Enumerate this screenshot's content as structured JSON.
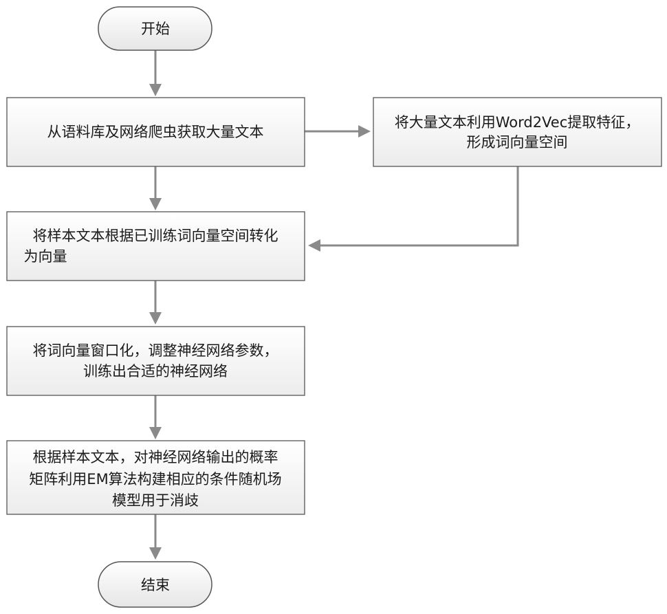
{
  "flowchart": {
    "start": "开始",
    "end": "结束",
    "step1": "从语料库及网络爬虫获取大量文本",
    "side_step": [
      "将大量文本利用Word2Vec提取特征，",
      "形成词向量空间"
    ],
    "step2": [
      "将样本文本根据已训练词向量空间转化",
      "为向量"
    ],
    "step3": [
      "将词向量窗口化，调整神经网络参数，",
      "训练出合适的神经网络"
    ],
    "step4": [
      "根据样本文本，对神经网络输出的概率",
      "矩阵利用EM算法构建相应的条件随机场",
      "模型用于消歧"
    ]
  }
}
